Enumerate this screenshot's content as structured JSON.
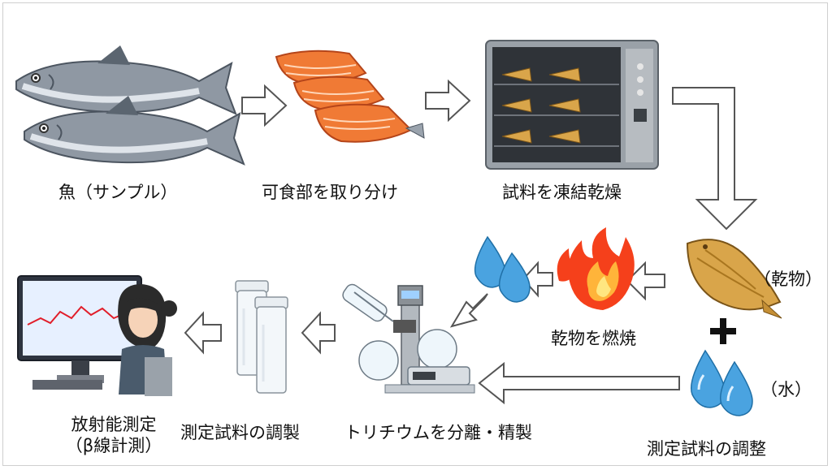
{
  "steps": {
    "fish": "魚（サンプル）",
    "edible": "可食部を取り分け",
    "freeze_dry": "試料を凍結乾燥",
    "dried_note": "（乾物）",
    "water_note": "（水）",
    "burn": "乾物を燃焼",
    "adjust": "測定試料の調整",
    "separate": "トリチウムを分離・精製",
    "prepare": "測定試料の調製",
    "measure_line1": "放射能測定",
    "measure_line2": "（β線計測）"
  },
  "colors": {
    "fish_body": "#8f98a3",
    "salmon": "#f07a35",
    "flame": "#f5401b",
    "water": "#4aa3e0",
    "dried_fish": "#d9a54a",
    "arrow_fill": "#ffffff",
    "arrow_stroke": "#555555"
  },
  "icons": [
    "salmon-fish-icon",
    "salmon-fillet-icon",
    "freeze-dryer-icon",
    "dried-fish-icon",
    "fire-icon",
    "water-drop-icon",
    "rotary-evaporator-icon",
    "vial-icon",
    "computer-researcher-icon",
    "plus-icon"
  ]
}
